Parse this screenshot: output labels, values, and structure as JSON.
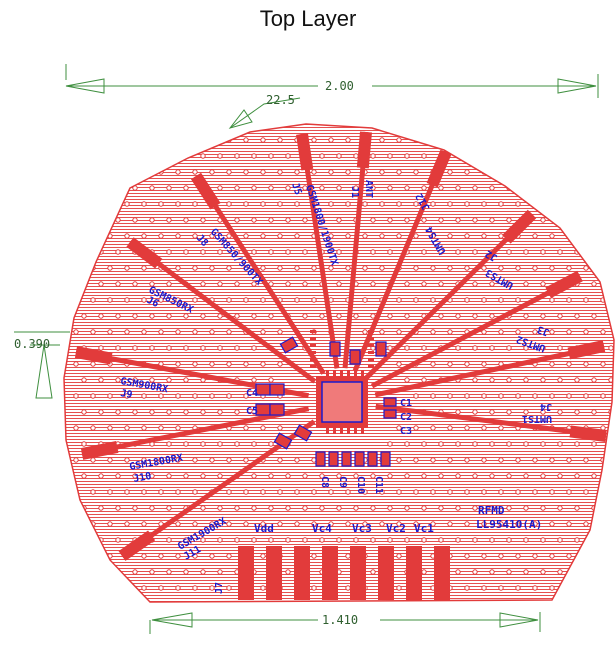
{
  "title": "Top Layer",
  "dimensions": {
    "top_width": "2.00",
    "angle": "22.5",
    "side_gap": "0.390",
    "bottom_width": "1.410"
  },
  "board_label": {
    "line1": "RFMD",
    "line2": "LL95410(A)"
  },
  "connectors": [
    {
      "ref": "J1",
      "net": "ANT"
    },
    {
      "ref": "J5",
      "net": "GSM1800/1900TX"
    },
    {
      "ref": "J8",
      "net": "GSM850/900TX"
    },
    {
      "ref": "J6",
      "net": "GSM850RX"
    },
    {
      "ref": "J9",
      "net": "GSM900RX"
    },
    {
      "ref": "J10",
      "net": "GSM1800RX"
    },
    {
      "ref": "J11",
      "net": "GSM1900RX"
    },
    {
      "ref": "J12",
      "net": "UMTS4"
    },
    {
      "ref": "J2",
      "net": "UMTS3"
    },
    {
      "ref": "J3",
      "net": "UMTS2"
    },
    {
      "ref": "J4",
      "net": "UMTS1"
    }
  ],
  "header": {
    "ref": "J7",
    "pins": [
      "Vdd",
      "Vc4",
      "Vc3",
      "Vc2",
      "Vc1"
    ]
  },
  "components": {
    "left_bank": [
      "C4",
      "C5"
    ],
    "bottom_bank": [
      "C8",
      "C9",
      "C10",
      "C11"
    ],
    "right_caps": [
      "C1",
      "C2",
      "C3"
    ]
  },
  "colors": {
    "copper": "#e23b3b",
    "silkscreen": "#1a1acc",
    "dimension": "#3f8f3f"
  }
}
